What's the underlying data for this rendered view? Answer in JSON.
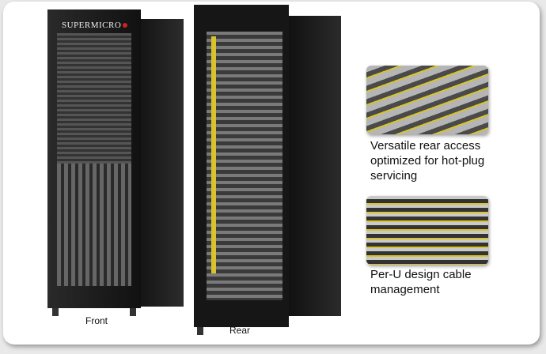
{
  "brand": "SUPERMICRO",
  "racks": [
    {
      "label": "Front"
    },
    {
      "label": "Rear"
    }
  ],
  "features": [
    {
      "caption": "Versatile rear access optimized for hot-plug servicing"
    },
    {
      "caption": "Per-U design cable management"
    }
  ]
}
